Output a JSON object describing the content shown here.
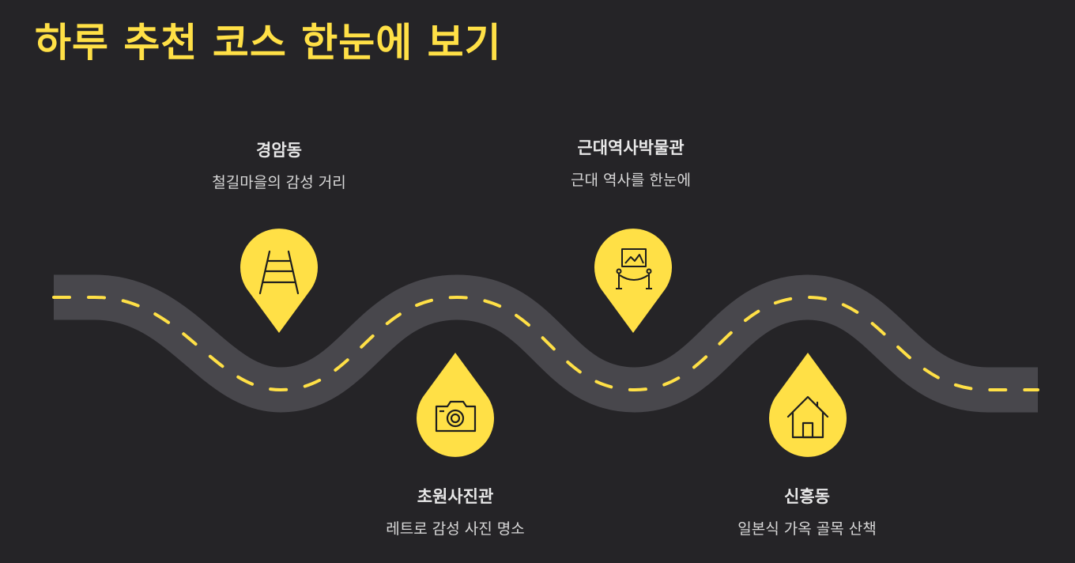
{
  "title": "하루 추천 코스 한눈에 보기",
  "colors": {
    "background": "#252427",
    "accent": "#FFE046",
    "road": "#48474C",
    "lane": "#FFE046",
    "text": "#E8E8E8"
  },
  "stops": [
    {
      "name": "경암동",
      "desc": "철길마을의 감성 거리",
      "icon": "ladder-icon"
    },
    {
      "name": "초원사진관",
      "desc": "레트로 감성 사진 명소",
      "icon": "camera-icon"
    },
    {
      "name": "근대역사박물관",
      "desc": "근대 역사를 한눈에",
      "icon": "museum-exhibit-icon"
    },
    {
      "name": "신흥동",
      "desc": "일본식 가옥 골목 산책",
      "icon": "house-icon"
    }
  ]
}
